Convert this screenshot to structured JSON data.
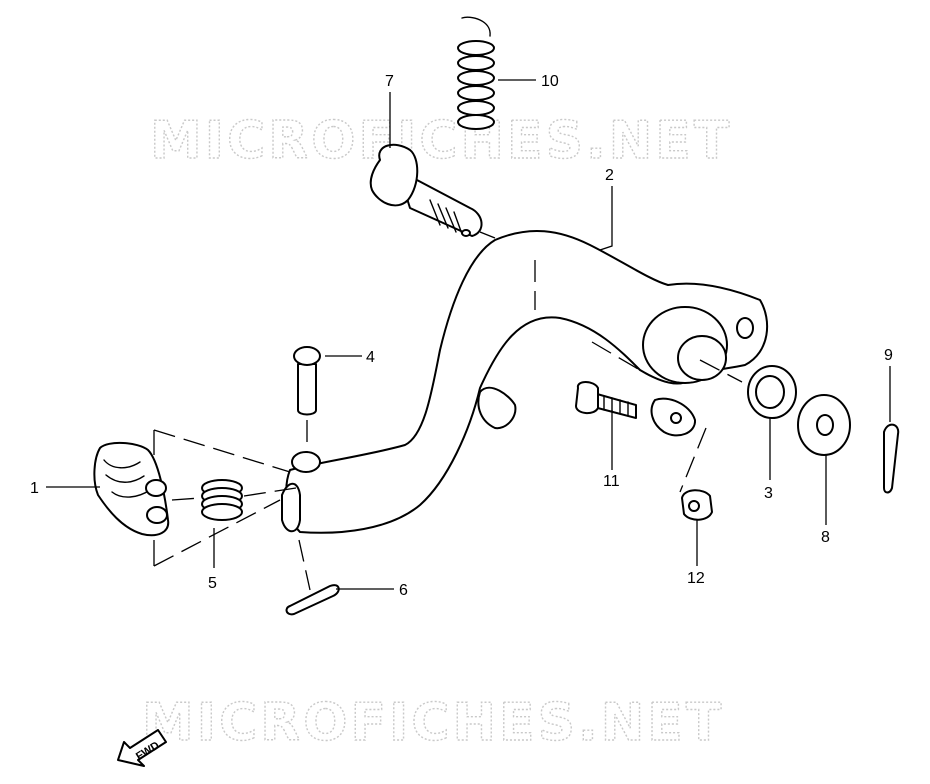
{
  "diagram": {
    "watermark": "MICROFICHES.NET",
    "fwd_label": "FWD",
    "callouts": [
      "1",
      "2",
      "3",
      "4",
      "5",
      "6",
      "7",
      "8",
      "9",
      "10",
      "11",
      "12"
    ]
  },
  "colors": {
    "line": "#000000",
    "background": "#ffffff",
    "watermark": "#c9c9c9"
  }
}
